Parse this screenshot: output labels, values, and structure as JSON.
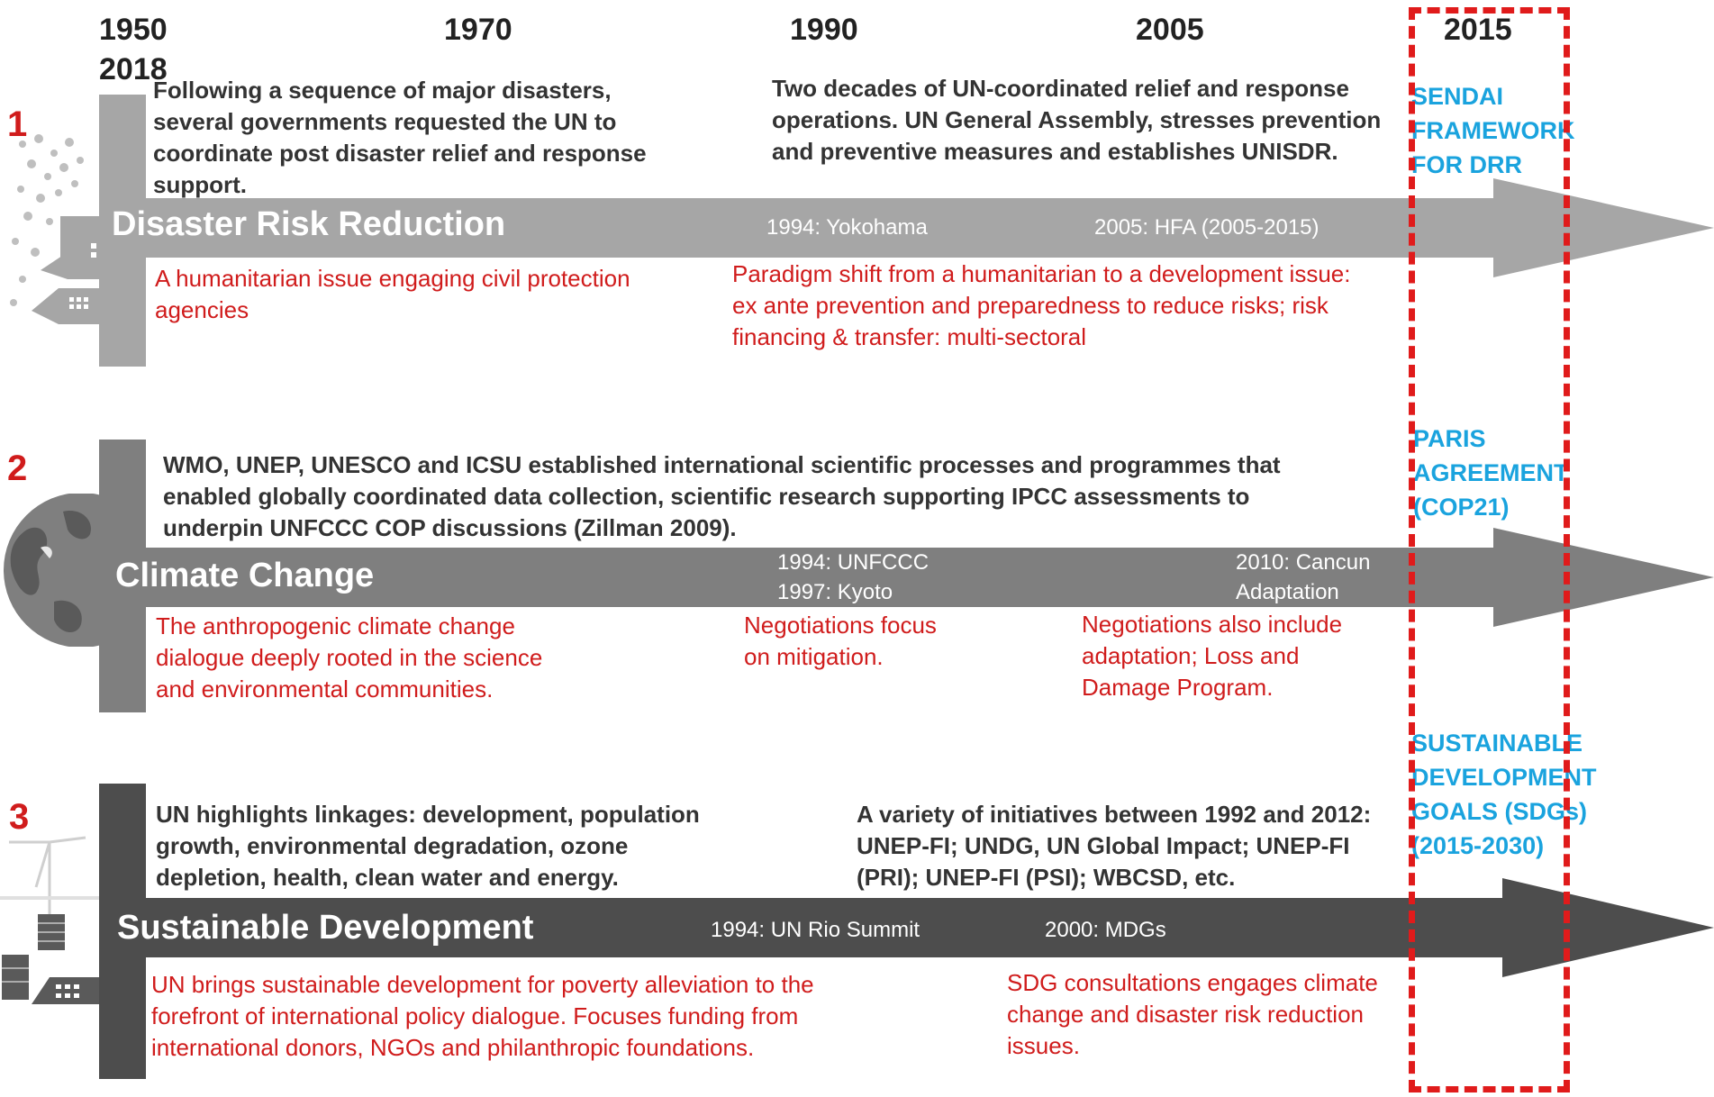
{
  "years": {
    "y1950": "1950",
    "y2018": "2018",
    "y1970": "1970",
    "y1990": "1990",
    "y2005": "2005",
    "y2015": "2015"
  },
  "colors": {
    "red": "#d01c1c",
    "blue": "#1aa3de",
    "drr_gray": "#a6a6a6",
    "cc_gray": "#7f7f7f",
    "sd_gray": "#4d4d4d"
  },
  "tracks": [
    {
      "number": "1",
      "title": "Disaster Risk Reduction",
      "icon": "city-icon",
      "top_left": "Following a sequence of major disasters, several governments requested the UN to coordinate post disaster relief and response support.",
      "top_right": "Two decades of UN-coordinated relief and response operations. UN General Assembly, stresses prevention and preventive measures and establishes UNISDR.",
      "milestones": [
        "1994: Yokohama",
        "2005: HFA (2005-2015)"
      ],
      "bottom_left": "A humanitarian issue engaging civil protection agencies",
      "bottom_right": "Paradigm shift from a humanitarian to a development issue: ex ante prevention and preparedness to reduce risks; risk financing & transfer: multi-sectoral",
      "goal": [
        "SENDAI",
        "FRAMEWORK",
        "FOR DRR"
      ]
    },
    {
      "number": "2",
      "title": "Climate Change",
      "icon": "globe-icon",
      "top": "WMO, UNEP, UNESCO and ICSU established international scientific processes and programmes that enabled globally coordinated data collection, scientific research supporting IPCC assessments to underpin UNFCCC COP discussions (Zillman 2009).",
      "milestones": [
        "1994: UNFCCC",
        "1997: Kyoto",
        "2010: Cancun",
        "Adaptation"
      ],
      "bottom_left": "The anthropogenic climate change dialogue deeply rooted in the science and environmental communities.",
      "bottom_mid": "Negotiations focus on mitigation.",
      "bottom_right": "Negotiations also include adaptation; Loss and Damage Program.",
      "goal": [
        "PARIS",
        "AGREEMENT",
        "(COP21)"
      ]
    },
    {
      "number": "3",
      "title": "Sustainable Development",
      "icon": "wind-turbine-icon",
      "top_left": "UN highlights linkages: development, population growth, environmental degradation, ozone depletion, health, clean water and energy.",
      "top_right": "A variety of initiatives between 1992 and 2012: UNEP-FI; UNDG, UN Global Impact; UNEP-FI (PRI); UNEP-FI (PSI); WBCSD, etc.",
      "milestones": [
        "1994: UN Rio Summit",
        "2000: MDGs"
      ],
      "bottom_left": "UN brings sustainable development for poverty alleviation to the forefront of international policy dialogue. Focuses funding from international donors, NGOs and philanthropic foundations.",
      "bottom_right": "SDG consultations engages climate change and disaster risk reduction issues.",
      "goal": [
        "SUSTAINABLE",
        "DEVELOPMENT",
        "GOALS (SDGs)",
        "(2015-2030)"
      ]
    }
  ]
}
